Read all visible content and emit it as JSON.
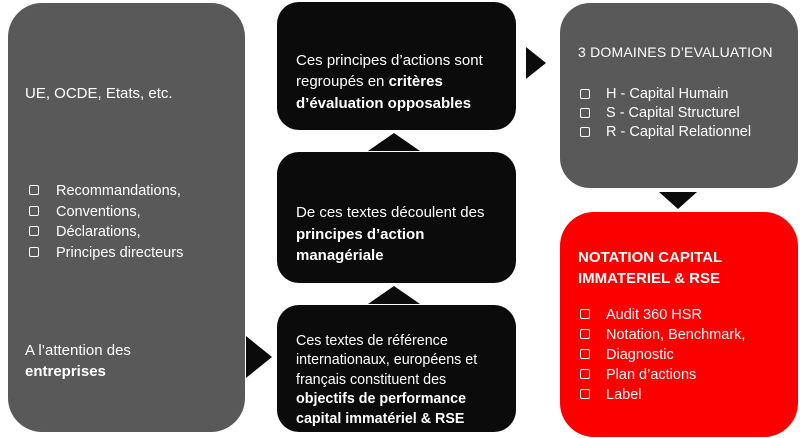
{
  "colors": {
    "box_gray": "#595959",
    "box_black": "#0b0b0b",
    "box_red": "#fc0000",
    "text": "#ffffff",
    "background": "#ffffff"
  },
  "icons": {
    "checkbox": "hollow-square",
    "flow_arrows": "solid-triangle"
  },
  "left_box": {
    "title": "UE, OCDE, Etats, etc.",
    "items": [
      "Recommandations,",
      "Conventions,",
      "Déclarations,",
      "Principes directeurs"
    ],
    "audience_pre": "A l’attention des\n",
    "audience_bold": "entreprises"
  },
  "flow_boxes": {
    "top": {
      "pre": "Ces principes d’actions sont\nregroupés en ",
      "bold": "critères\nd’évaluation opposables"
    },
    "middle": {
      "pre": "De ces textes découlent des\n",
      "bold": "principes d’action\nmanagériale"
    },
    "bottom": {
      "pre": "Ces textes de référence\ninternationaux, européens et\nfrançais constituent des\n",
      "bold": "objectifs de performance\ncapital immatériel & RSE"
    }
  },
  "evaluation_box": {
    "title": "3 DOMAINES D’EVALUATION",
    "items": [
      "H - Capital Humain",
      "S - Capital Structurel",
      "R - Capital Relationnel"
    ]
  },
  "notation_box": {
    "title": "NOTATION CAPITAL\nIMMATERIEL & RSE",
    "items": [
      "Audit 360 HSR",
      "Notation, Benchmark,",
      "Diagnostic",
      "Plan d’actions",
      "Label"
    ]
  }
}
